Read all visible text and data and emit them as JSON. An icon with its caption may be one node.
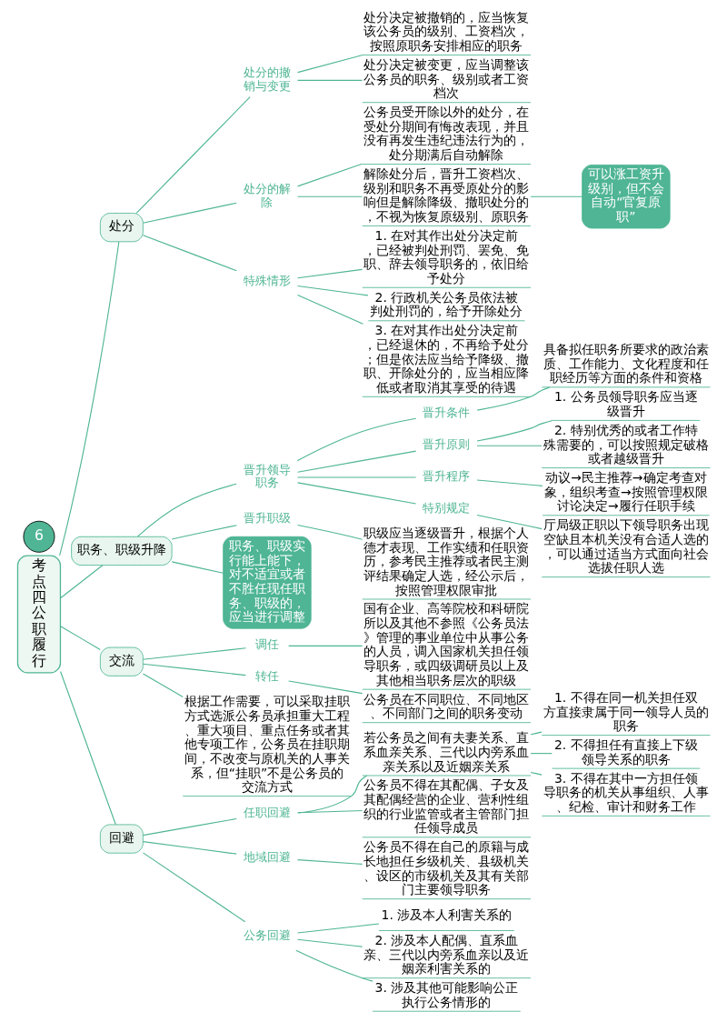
{
  "diagram": {
    "nodes": [
      {
        "text": [
          "考点四公职履行"
        ]
      },
      {
        "text": [
          "处分"
        ]
      },
      {
        "text": [
          "处分的撤销与变更"
        ]
      },
      {
        "text": [
          "处分决定被撤销的，应当恢复该公务员的级别、工资档次，按照原职务安排相应的职务"
        ]
      },
      {
        "text": [
          "处分决定被变更，应当调整该公务员的职务、级别或者工资档次"
        ]
      },
      {
        "text": [
          "处分的解除"
        ]
      },
      {
        "text": [
          "公务员受开除以外的处分，在受处分期间有悔改表现，并且没有再发生违纪违法行为的，处分期满后自动解除"
        ]
      },
      {
        "text": [
          "解除处分后，晋升工资档次、级别和职务不再受原处分的影响但是解除降级、撤职处分的，不视为恢复原级别、原职务"
        ]
      },
      {
        "text": [
          "可以涨工资升级别，但不会自动“官复原职”"
        ]
      },
      {
        "text": [
          "特殊情形"
        ]
      },
      {
        "text": [
          "1. 在对其作出处分决定前，已经被判处刑罚、罢免、免职、辞去领导职务的，依旧给予处分"
        ]
      },
      {
        "text": [
          "2. 行政机关公务员依法被判处刑罚的，给予开除处分"
        ]
      },
      {
        "text": [
          "3. 在对其作出处分决定前，已经退休的，不再给予处分；但是依法应当给予降级、撤职、开除处分的，应当相应降低或者取消其享受的待遇"
        ]
      },
      {
        "text": [
          "职务、职级升降"
        ]
      },
      {
        "text": [
          "晋升领导职务"
        ]
      },
      {
        "text": [
          "晋升条件"
        ]
      },
      {
        "text": [
          "具备拟任职务所要求的政治素质、工作能力、文化程度和任职经历等方面的条件和资格"
        ]
      },
      {
        "text": [
          "晋升原则"
        ]
      },
      {
        "text": [
          "1. 公务员领导职务应当逐级晋升"
        ]
      },
      {
        "text": [
          "2. 特别优秀的或者工作特殊需要的，可以按照规定破格或者越级晋升"
        ]
      },
      {
        "text": [
          "晋升程序"
        ]
      },
      {
        "text": [
          "动议→民主推荐→确定考查对象，组织考查→按照管理权限讨论决定→履行任职手续"
        ]
      },
      {
        "text": [
          "特别规定"
        ]
      },
      {
        "text": [
          "厅局级正职以下领导职务出现空缺且本机关没有合适人选的，可以通过适当方式面向社会选拔任职人选"
        ]
      },
      {
        "text": [
          "晋升职级"
        ]
      },
      {
        "text": [
          "职级应当逐级晋升，根据个人德才表现、工作实绩和任职资历，参考民主推荐或者民主测评结果确定人选，经公示后，按照管理权限审批"
        ]
      },
      {
        "text": [
          "职务、职级实行能上能下，对不适宜或者不胜任现任职务、职级的，应当进行调整"
        ]
      },
      {
        "text": [
          "交流"
        ]
      },
      {
        "text": [
          "调任"
        ]
      },
      {
        "text": [
          "国有企业、高等院校和科研院所以及其他不参照《公务员法》管理的事业单位中从事公务的人员，调入国家机关担任领导职务，或四级调研员以上及其他相当职务层次的职级"
        ]
      },
      {
        "text": [
          "转任"
        ]
      },
      {
        "text": [
          "公务员在不同职位、不同地区、不同部门之间的职务变动"
        ]
      },
      {
        "text": [
          "根据工作需要，可以采取挂职方式选派公务员承担重大工程、重大项目、重点任务或者其他专项工作，公务员在挂职期间，不改变与原机关的人事关系，但“挂职”不是公务员的交流方式"
        ]
      },
      {
        "text": [
          "回避"
        ]
      },
      {
        "text": [
          "任职回避"
        ]
      },
      {
        "text": [
          "若公务员之间有夫妻关系、直系血亲关系、三代以内旁系血亲关系以及近姻亲关系"
        ]
      },
      {
        "text": [
          "1. 不得在同一机关担任双方直接隶属于同一领导人员的职务"
        ]
      },
      {
        "text": [
          "2. 不得担任有直接上下级领导关系的职务"
        ]
      },
      {
        "text": [
          "3. 不得在其中一方担任领导职务的机关从事组织、人事、纪检、审计和财务工作"
        ]
      },
      {
        "text": [
          "公务员不得在其配偶、子女及其配偶经营的企业、营利性组织的行业监管或者主管部门担任领导成员"
        ]
      },
      {
        "text": [
          "地域回避"
        ]
      },
      {
        "text": [
          "公务员不得在自己的原籍与成长地担任乡级机关、县级机关、设区的市级机关及其有关部门主要领导职务"
        ]
      },
      {
        "text": [
          "公务回避"
        ]
      },
      {
        "text": [
          "1. 涉及本人利害关系的"
        ]
      },
      {
        "text": [
          "2. 涉及本人配偶、直系血亲、三代以内旁系血亲以及近姻亲利害关系的"
        ]
      },
      {
        "text": [
          "3. 涉及其他可能影响公正执行公务情形的"
        ]
      }
    ],
    "edges": [
      {
        "from": 0,
        "to": 1,
        "arrow": "none"
      },
      {
        "from": 1,
        "to": 2,
        "arrow": "none"
      },
      {
        "from": 2,
        "to": 3,
        "arrow": "none"
      },
      {
        "from": 2,
        "to": 4,
        "arrow": "none"
      },
      {
        "from": 1,
        "to": 5,
        "arrow": "none"
      },
      {
        "from": 5,
        "to": 6,
        "arrow": "none"
      },
      {
        "from": 5,
        "to": 7,
        "arrow": "none"
      },
      {
        "from": 7,
        "to": 8,
        "arrow": "none"
      },
      {
        "from": 1,
        "to": 9,
        "arrow": "none"
      },
      {
        "from": 9,
        "to": 10,
        "arrow": "none"
      },
      {
        "from": 9,
        "to": 11,
        "arrow": "none"
      },
      {
        "from": 9,
        "to": 12,
        "arrow": "none"
      },
      {
        "from": 0,
        "to": 13,
        "arrow": "none"
      },
      {
        "from": 13,
        "to": 14,
        "arrow": "none"
      },
      {
        "from": 14,
        "to": 15,
        "arrow": "none"
      },
      {
        "from": 15,
        "to": 16,
        "arrow": "none"
      },
      {
        "from": 14,
        "to": 17,
        "arrow": "none"
      },
      {
        "from": 17,
        "to": 18,
        "arrow": "none"
      },
      {
        "from": 17,
        "to": 19,
        "arrow": "none"
      },
      {
        "from": 14,
        "to": 20,
        "arrow": "none"
      },
      {
        "from": 20,
        "to": 21,
        "arrow": "none"
      },
      {
        "from": 14,
        "to": 22,
        "arrow": "none"
      },
      {
        "from": 22,
        "to": 23,
        "arrow": "none"
      },
      {
        "from": 13,
        "to": 24,
        "arrow": "none"
      },
      {
        "from": 24,
        "to": 25,
        "arrow": "none"
      },
      {
        "from": 13,
        "to": 26,
        "arrow": "none"
      },
      {
        "from": 0,
        "to": 27,
        "arrow": "none"
      },
      {
        "from": 27,
        "to": 28,
        "arrow": "none"
      },
      {
        "from": 28,
        "to": 29,
        "arrow": "none"
      },
      {
        "from": 27,
        "to": 30,
        "arrow": "none"
      },
      {
        "from": 30,
        "to": 31,
        "arrow": "none"
      },
      {
        "from": 27,
        "to": 32,
        "arrow": "none"
      },
      {
        "from": 0,
        "to": 33,
        "arrow": "none"
      },
      {
        "from": 33,
        "to": 34,
        "arrow": "none"
      },
      {
        "from": 34,
        "to": 35,
        "arrow": "none"
      },
      {
        "from": 35,
        "to": 36,
        "arrow": "none"
      },
      {
        "from": 35,
        "to": 37,
        "arrow": "none"
      },
      {
        "from": 35,
        "to": 38,
        "arrow": "none"
      },
      {
        "from": 34,
        "to": 39,
        "arrow": "none"
      },
      {
        "from": 33,
        "to": 40,
        "arrow": "none"
      },
      {
        "from": 40,
        "to": 41,
        "arrow": "none"
      },
      {
        "from": 33,
        "to": 42,
        "arrow": "none"
      },
      {
        "from": 42,
        "to": 43,
        "arrow": "none"
      },
      {
        "from": 42,
        "to": 44,
        "arrow": "none"
      },
      {
        "from": 42,
        "to": 45,
        "arrow": "none"
      }
    ],
    "labels": [
      "6"
    ]
  }
}
